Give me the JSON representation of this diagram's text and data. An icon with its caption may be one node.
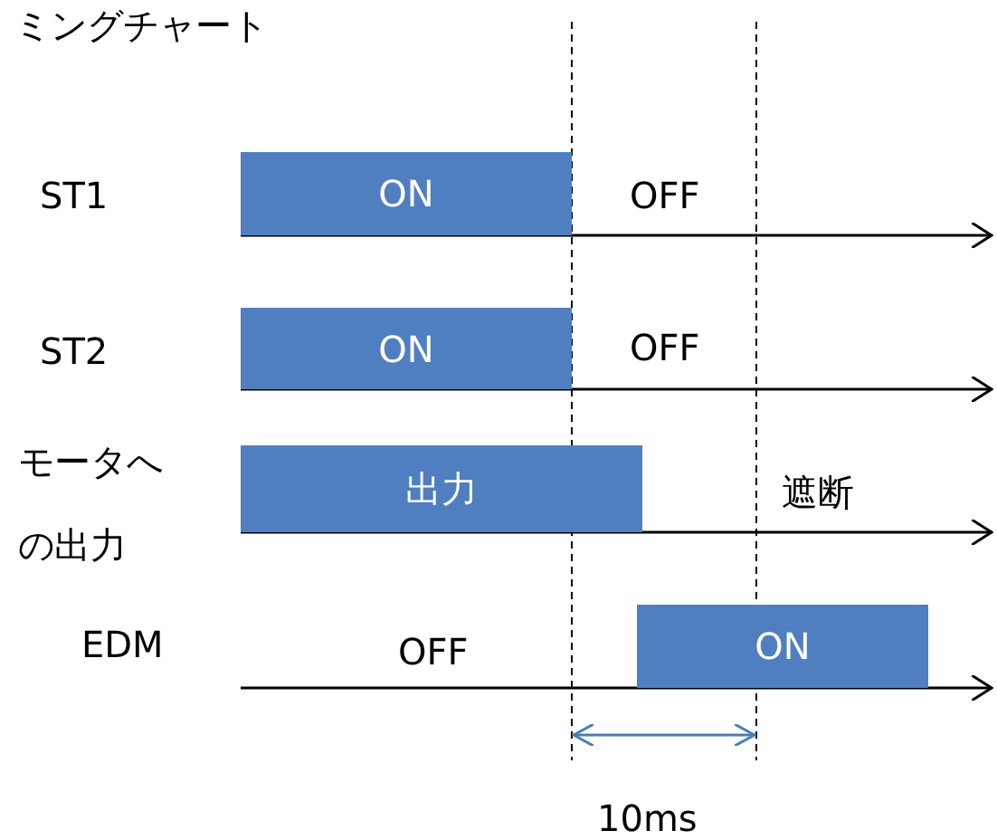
{
  "diagram": {
    "title": "ミングチャート",
    "nodes": [
      {
        "text": [
          "ON"
        ]
      },
      {
        "text": [
          "ON"
        ]
      },
      {
        "text": [
          "出力"
        ]
      },
      {
        "text": [
          "ON"
        ]
      }
    ],
    "labels": [
      "ST1",
      "OFF",
      "ST2",
      "OFF",
      "モータへの出力",
      "遮断",
      "EDM",
      "OFF",
      "10ms"
    ]
  }
}
